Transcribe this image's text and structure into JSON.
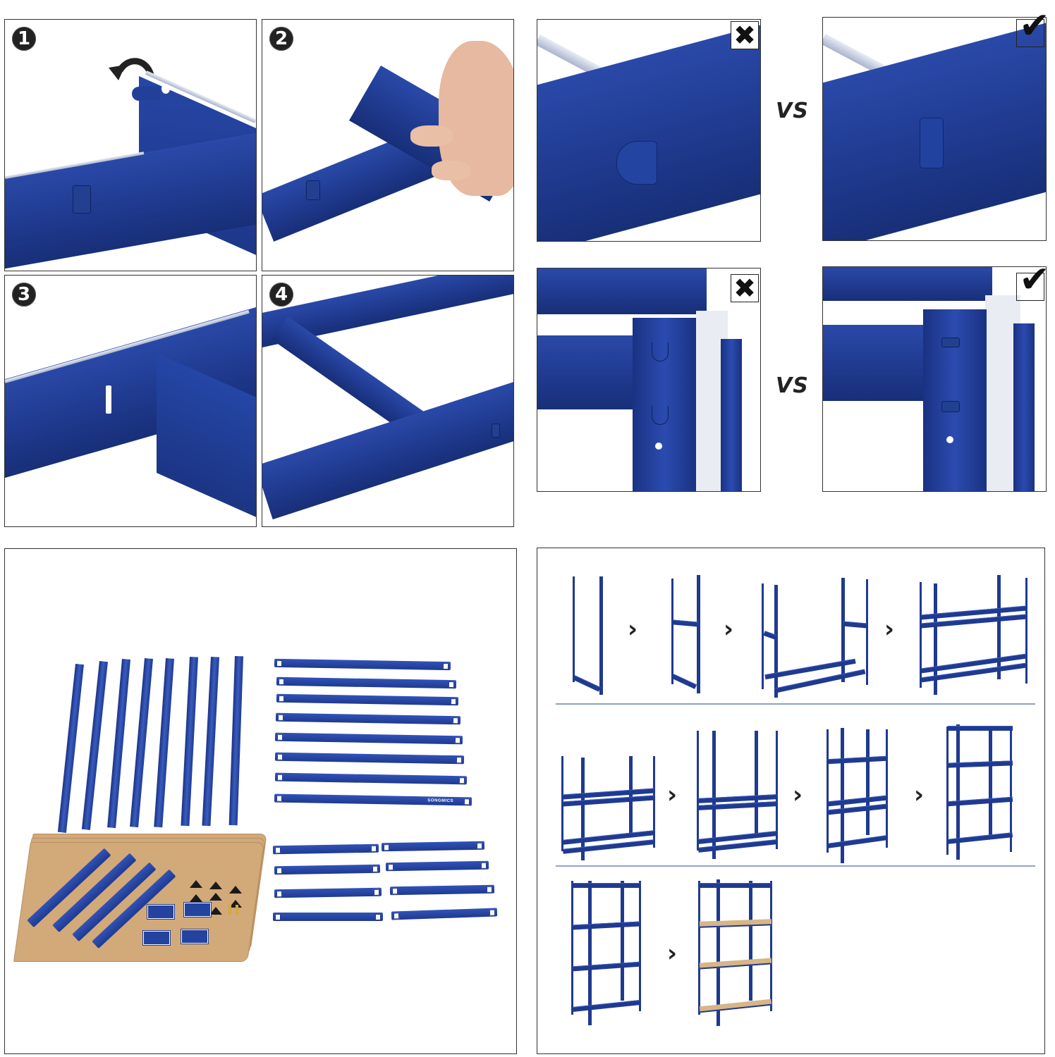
{
  "page": {
    "subject": "Metal shelving unit assembly instructions",
    "brand_color": "#1f3a8f",
    "board_color": "#d2a979",
    "background": "#ffffff"
  },
  "steps": [
    {
      "number": "1",
      "description": "Beam end tab with rotation arrow",
      "icon": "curved-arrow-icon"
    },
    {
      "number": "2",
      "description": "Hand inserting cross beam into beam tab"
    },
    {
      "number": "3",
      "description": "Cross beam tab seated in beam"
    },
    {
      "number": "4",
      "description": "Completed rectangular frame"
    }
  ],
  "comparisons": [
    {
      "vs_label": "VS",
      "wrong_mark": "✖",
      "right_mark": "✔",
      "topic": "Beam tab seating"
    },
    {
      "vs_label": "VS",
      "wrong_mark": "✖",
      "right_mark": "✔",
      "topic": "Post hook engagement"
    }
  ],
  "parts": {
    "upright_posts": 8,
    "long_beams": 8,
    "short_beams": 8,
    "shelf_boards": 4,
    "support_rails": 4,
    "foot_caps": 8,
    "brackets": 4,
    "wall_anchors": 2,
    "logo_text": "SONGMICS"
  },
  "assembly_flow": {
    "arrow_glyph": "›",
    "rows": [
      {
        "stages": [
          "Two posts with bottom beam",
          "Side frame with two beams",
          "Both side frames joined by bottom beams",
          "Two-level frame"
        ]
      },
      {
        "stages": [
          "Two-level frame with extension connectors",
          "Extended posts",
          "Four-level frame",
          "Five-level frame"
        ]
      },
      {
        "stages": [
          "Frame with support rails",
          "Finished shelf with boards"
        ]
      }
    ]
  }
}
